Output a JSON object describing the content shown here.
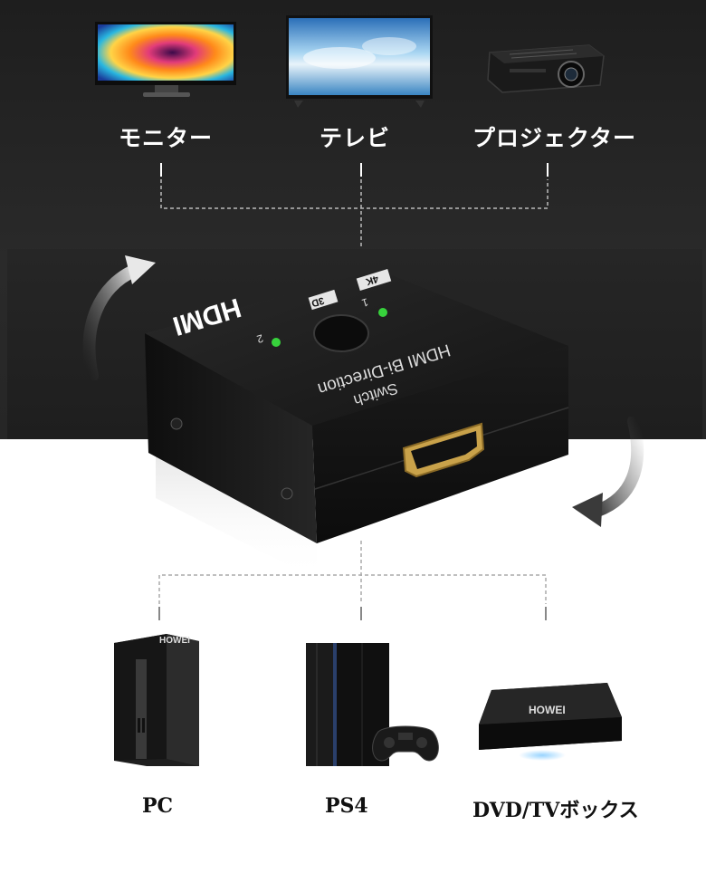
{
  "top_devices": [
    {
      "id": "monitor",
      "label": "モニター",
      "icon": "monitor-icon"
    },
    {
      "id": "tv",
      "label": "テレビ",
      "icon": "tv-icon"
    },
    {
      "id": "projector",
      "label": "プロジェクター",
      "icon": "projector-icon"
    }
  ],
  "switch": {
    "brand": "HDMI",
    "badge_3d": "3D",
    "badge_4k": "4K",
    "model_text": "HDMI Bi-Direction",
    "model_sub": "Switch",
    "led_1": "1",
    "led_2": "2"
  },
  "bottom_devices": [
    {
      "id": "pc",
      "label": "PC",
      "brand": "HOWEI",
      "icon": "pc-tower-icon"
    },
    {
      "id": "ps4",
      "label": "PS4",
      "icon": "ps4-console-icon"
    },
    {
      "id": "tvbox",
      "label": "DVD/TVボックス",
      "brand": "HOWEI",
      "icon": "tv-box-icon"
    }
  ],
  "colors": {
    "background_dark": "#222222",
    "led_green": "#37d23c",
    "connector_gold": "#c9a24a"
  }
}
